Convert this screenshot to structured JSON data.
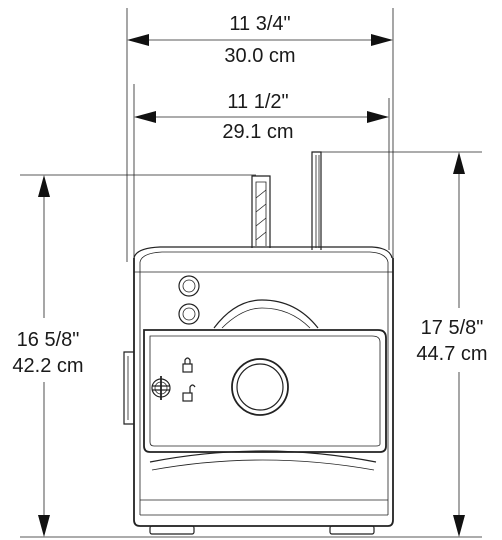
{
  "dimensions": {
    "overall_width": {
      "imperial": "11 3/4\"",
      "metric": "30.0 cm"
    },
    "body_width": {
      "imperial": "11 1/2\"",
      "metric": "29.1 cm"
    },
    "body_height": {
      "imperial": "16 5/8\"",
      "metric": "42.2 cm"
    },
    "overall_height": {
      "imperial": "17 5/8\"",
      "metric": "44.7 cm"
    }
  },
  "colors": {
    "line": "#222222",
    "text": "#1a1a1a",
    "background": "#ffffff"
  },
  "icons": {
    "lock": "lock-closed-icon",
    "unlock": "lock-open-icon"
  }
}
